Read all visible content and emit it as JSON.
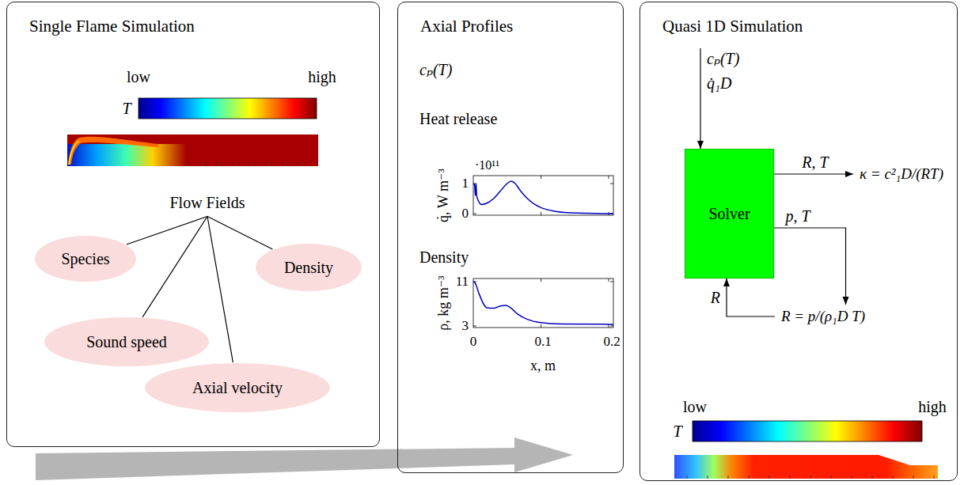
{
  "diagram": {
    "nodes": [
      {
        "text": [
          "Single Flame Simulation"
        ]
      },
      {
        "text": [
          "Flow Fields"
        ],
        "in": 0
      },
      {
        "text": [
          "Species"
        ],
        "in": 0
      },
      {
        "text": [
          "Density"
        ],
        "in": 0
      },
      {
        "text": [
          "Sound speed"
        ],
        "in": 0
      },
      {
        "text": [
          "Axial velocity"
        ],
        "in": 0
      },
      {
        "text": [
          "Axial Profiles"
        ]
      },
      {
        "text": [
          "Quasi 1D Simulation"
        ]
      },
      {
        "text": [
          "cₚ(T)",
          "q̇₁D"
        ],
        "in": 7
      },
      {
        "text": [
          "Solver"
        ],
        "in": 7
      },
      {
        "text": [
          "κ = c²₁D/(RT)"
        ],
        "in": 7
      },
      {
        "text": [
          "R = p/(ρ₁D T)"
        ],
        "in": 7
      }
    ],
    "edges": [
      {
        "from": 1,
        "to": 2,
        "arrow": "none"
      },
      {
        "from": 1,
        "to": 3,
        "arrow": "none"
      },
      {
        "from": 1,
        "to": 4,
        "arrow": "none"
      },
      {
        "from": 1,
        "to": 5,
        "arrow": "none"
      },
      {
        "from": 8,
        "to": 9,
        "arrow": "to"
      },
      {
        "from": 9,
        "to": 10,
        "label": "R, T",
        "arrow": "to"
      },
      {
        "from": 9,
        "to": 11,
        "label": "p, T",
        "arrow": "to"
      },
      {
        "from": 11,
        "to": 9,
        "label": "R",
        "arrow": "to"
      }
    ],
    "labels": [
      "low",
      "high",
      "T",
      "cₚ(T)",
      "Heat release",
      "·10¹¹",
      "1",
      "0",
      "q̇, W m⁻³",
      "Density",
      "11",
      "3",
      "0",
      "0.1",
      "0.2",
      "ρ, kg m⁻³",
      "x, m",
      "low",
      "high",
      "T"
    ]
  }
}
